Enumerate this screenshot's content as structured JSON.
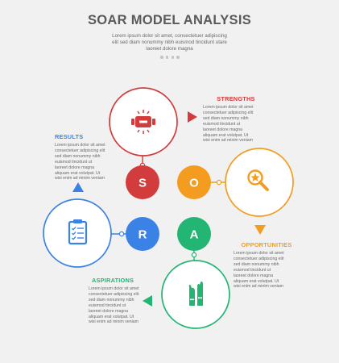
{
  "header": {
    "title": "SOAR MODEL ANALYSIS",
    "subtitle_lines": [
      "Lorem ipsum dolor sit amet, consectetuer adipiscing",
      "elit sed diam nonummy nibh euismod tincidunt utare",
      "laoreet dolore magna"
    ]
  },
  "colors": {
    "strengths": "#d23c3c",
    "opportunities": "#f39c1f",
    "results": "#3b82e6",
    "aspirations": "#22b573",
    "background": "#f1f1f1"
  },
  "sections": {
    "strengths": {
      "letter": "S",
      "title": "STRENGTHS",
      "icon": "dumbbell-icon",
      "description_lines": [
        "Lorem ipsum dolor sit amet",
        "consectetuer adipiscing elit",
        "sed diam nonummy nibh",
        "euismod tincidunt ut",
        "laoreet dolore magna",
        "aliquam erat volutpat. Ut",
        "wisi enim ad minim veniam"
      ]
    },
    "opportunities": {
      "letter": "O",
      "title": "OPPORTUNITIES",
      "icon": "magnifier-star-icon",
      "description_lines": [
        "Lorem ipsum dolor sit amet",
        "consectetuer adipiscing elit",
        "sed diam nonummy nibh",
        "euismod tincidunt ut",
        "laoreet dolore magna",
        "aliquam erat volutpat. Ut",
        "wisi enim ad minim veniam"
      ]
    },
    "results": {
      "letter": "R",
      "title": "RESULTS",
      "icon": "clipboard-checklist-icon",
      "description_lines": [
        "Lorem ipsum dolor sit amet",
        "consectetuer adipiscing elit",
        "sed diam nonummy nibh",
        "euismod tincidunt ut",
        "laoreet dolore magna",
        "aliquam erat volutpat. Ut",
        "wisi enim ad minim veniam"
      ]
    },
    "aspirations": {
      "letter": "A",
      "title": "ASPIRATIONS",
      "icon": "raised-hands-icon",
      "description_lines": [
        "Lorem ipsum dolor sit amet",
        "consectetuer adipiscing elit",
        "sed diam nonummy nibh",
        "euismod tincidunt ut",
        "laoreet dolore magna",
        "aliquam erat volutpat. Ut",
        "wisi enim ad minim veniam"
      ]
    }
  }
}
